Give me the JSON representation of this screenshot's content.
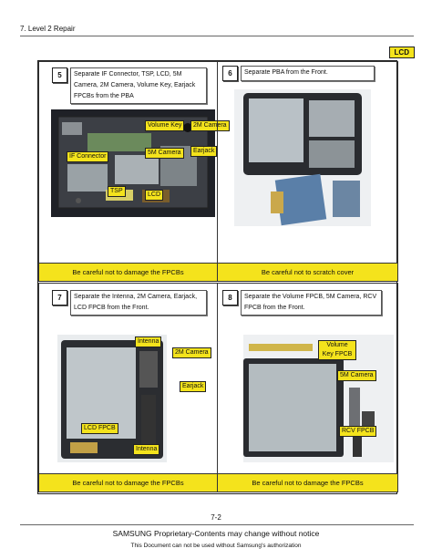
{
  "header": {
    "title": "7. Level 2 Repair",
    "tag": "LCD"
  },
  "steps": [
    {
      "num": "5",
      "text": "Separate IF Connector, TSP, LCD, 5M Camera, 2M Camera, Volume Key, Earjack FPCBs from the PBA",
      "labels": [
        "Volume Key",
        "2M Camera",
        "5M Camera",
        "Earjack",
        "IF Connector",
        "TSP",
        "LCD"
      ],
      "caution": "Be careful not to damage the FPCBs"
    },
    {
      "num": "6",
      "text": "Separate PBA from the Front.",
      "labels": [],
      "caution": "Be careful not to scratch cover"
    },
    {
      "num": "7",
      "text": "Separate the Intenna, 2M Camera, Earjack, LCD FPCB from the Front.",
      "labels": [
        "Intenna",
        "2M Camera",
        "Earjack",
        "LCD FPCB",
        "Intenna"
      ],
      "caution": "Be careful not to damage the FPCBs"
    },
    {
      "num": "8",
      "text": "Separate the Volume FPCB, 5M Camera, RCV FPCB from the Front.",
      "labels": [
        "Volume Key FPCB",
        "5M Camera",
        "RCV FPCB"
      ],
      "caution": "Be careful not to damage the FPCBs"
    }
  ],
  "footer": {
    "page": "7-2",
    "line1": "SAMSUNG Proprietary-Contents may change without notice",
    "line2": "This Document can not be used without Samsung's authorization"
  }
}
